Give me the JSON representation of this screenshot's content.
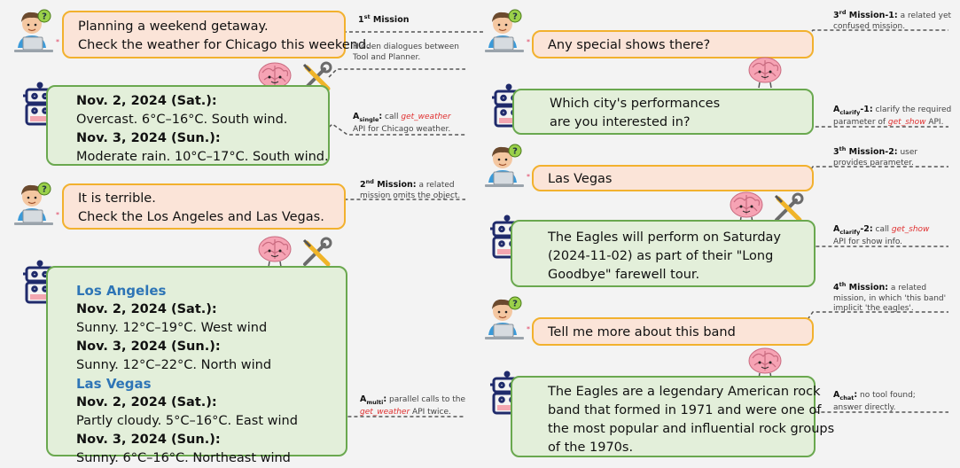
{
  "left": {
    "user1": [
      "Planning a weekend getaway.",
      "Check the weather for Chicago this weekend."
    ],
    "bot1": [
      {
        "text": "Nov. 2, 2024 (Sat.):",
        "bold": true
      },
      {
        "text": "Overcast. 6°C–16°C. South wind.",
        "bold": false
      },
      {
        "text": "Nov. 3, 2024 (Sun.):",
        "bold": true
      },
      {
        "text": "Moderate rain. 10°C–17°C. South wind.",
        "bold": false
      }
    ],
    "user2": [
      "It is terrible.",
      "Check the Los Angeles and Las Vegas."
    ],
    "bot2": [
      {
        "text": "Los Angeles",
        "city": true
      },
      {
        "text": "Nov. 2, 2024 (Sat.):",
        "bold": true
      },
      {
        "text": "Sunny. 12°C–19°C. West wind",
        "bold": false
      },
      {
        "text": "Nov. 3, 2024 (Sun.):",
        "bold": true
      },
      {
        "text": "Sunny. 12°C–22°C. North wind",
        "bold": false
      },
      {
        "text": "Las Vegas",
        "city": true
      },
      {
        "text": "Nov. 2, 2024 (Sat.):",
        "bold": true
      },
      {
        "text": "Partly cloudy. 5°C–16°C. East wind",
        "bold": false
      },
      {
        "text": "Nov. 3, 2024 (Sun.):",
        "bold": true
      },
      {
        "text": "Sunny. 6°C–16°C. Northeast wind",
        "bold": false
      }
    ]
  },
  "right": {
    "user3": "Any special shows there?",
    "bot3": [
      "Which city's performances",
      "are you interested in?"
    ],
    "user4": "Las Vegas",
    "bot4": [
      "The Eagles will perform on Saturday",
      "(2024-11-02) as part of their \"Long",
      "Goodbye\" farewell tour."
    ],
    "user5": "Tell me more about this band",
    "bot5": [
      "The Eagles are a legendary American rock",
      "band that formed in 1971 and were one of",
      "the most popular and influential rock groups",
      "of the 1970s."
    ]
  },
  "notes": {
    "m1": {
      "title": "1",
      "sup": "st",
      "title2": " Mission"
    },
    "hidden": [
      "Hidden dialogues between",
      "Tool and Planner."
    ],
    "asingle": {
      "a": "A",
      "sub": "single",
      "colon": ":",
      "t1": " call ",
      "fn": "get_weather",
      "t2": "API for Chicago weather."
    },
    "m2": {
      "n": "2",
      "sup": "nd",
      "b": " Mission:",
      "t1": " a related",
      "t2": "mission omits the object."
    },
    "amulti": {
      "a": "A",
      "sub": "multi",
      "colon": ":",
      "t1": " parallel calls to the",
      "fn": "get_weather",
      "t2": " API twice."
    },
    "m3a": {
      "n": "3",
      "sup": "rd",
      "b": " Mission-1:",
      "t1": " a related yet",
      "t2": "confused mission."
    },
    "aclar1": {
      "a": "A",
      "sub": "clarify",
      "b": "-1:",
      "t1": "  clarify the required",
      "t2": "parameter of ",
      "fn": "get_show",
      "t3": " API."
    },
    "m3b": {
      "n": "3",
      "sup": "th",
      "b": " Mission-2:",
      "t1": " user",
      "t2": "provides parameter."
    },
    "aclar2": {
      "a": "A",
      "sub": "clarify",
      "b": "-2:",
      "t1": "  call ",
      "fn": "get_show",
      "t2": "API for show info."
    },
    "m4": {
      "n": "4",
      "sup": "th",
      "b": " Mission:",
      "t1": " a related",
      "t2": "mission, in which 'this band'",
      "t3": "implicit 'the eagles'."
    },
    "achat": {
      "a": "A",
      "sub": "chat",
      "colon": ":",
      "t1": " no tool found;",
      "t2": "answer directly."
    }
  },
  "colors": {
    "user_bg": "#fbe4d8",
    "user_border": "#f2b12e",
    "bot_bg": "#e3efda",
    "bot_border": "#6aa84f",
    "city": "#2e75b6",
    "fn": "#e03030",
    "robot": "#1f2a6b"
  }
}
